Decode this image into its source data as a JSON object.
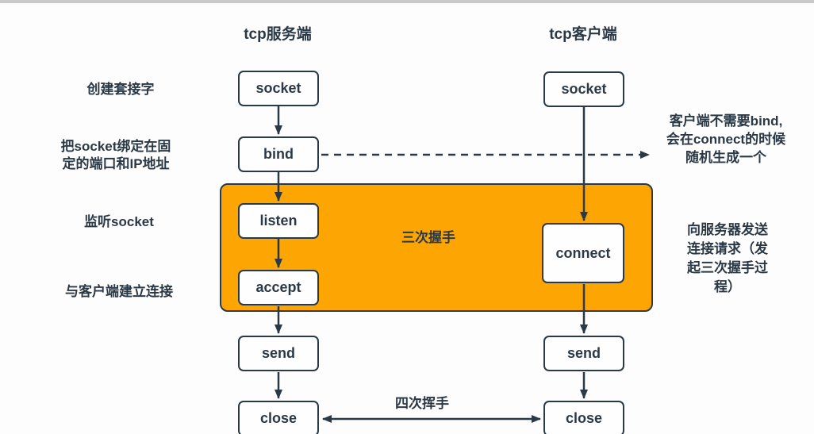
{
  "colors": {
    "accent_orange": "#fca503",
    "ink": "#2b3946",
    "top_strip": "#c9c9c9",
    "node_fill": "#fefefe"
  },
  "headers": {
    "server": "tcp服务端",
    "client": "tcp客户端"
  },
  "nodes": {
    "server_socket": "socket",
    "server_bind": "bind",
    "server_listen": "listen",
    "server_accept": "accept",
    "server_send": "send",
    "server_close": "close",
    "client_socket": "socket",
    "client_connect": "connect",
    "client_send": "send",
    "client_close": "close"
  },
  "annotations": {
    "create_socket": "创建套接字",
    "bind_desc": "把socket绑定在固\n定的端口和IP地址",
    "listen_desc": "监听socket",
    "accept_desc": "与客户端建立连接",
    "client_no_bind": "客户端不需要bind,\n会在connect的时候\n随机生成一个",
    "connect_desc": "向服务器发送\n连接请求（发\n起三次握手过\n程）",
    "three_way_handshake": "三次握手",
    "four_way_handshake": "四次挥手"
  }
}
